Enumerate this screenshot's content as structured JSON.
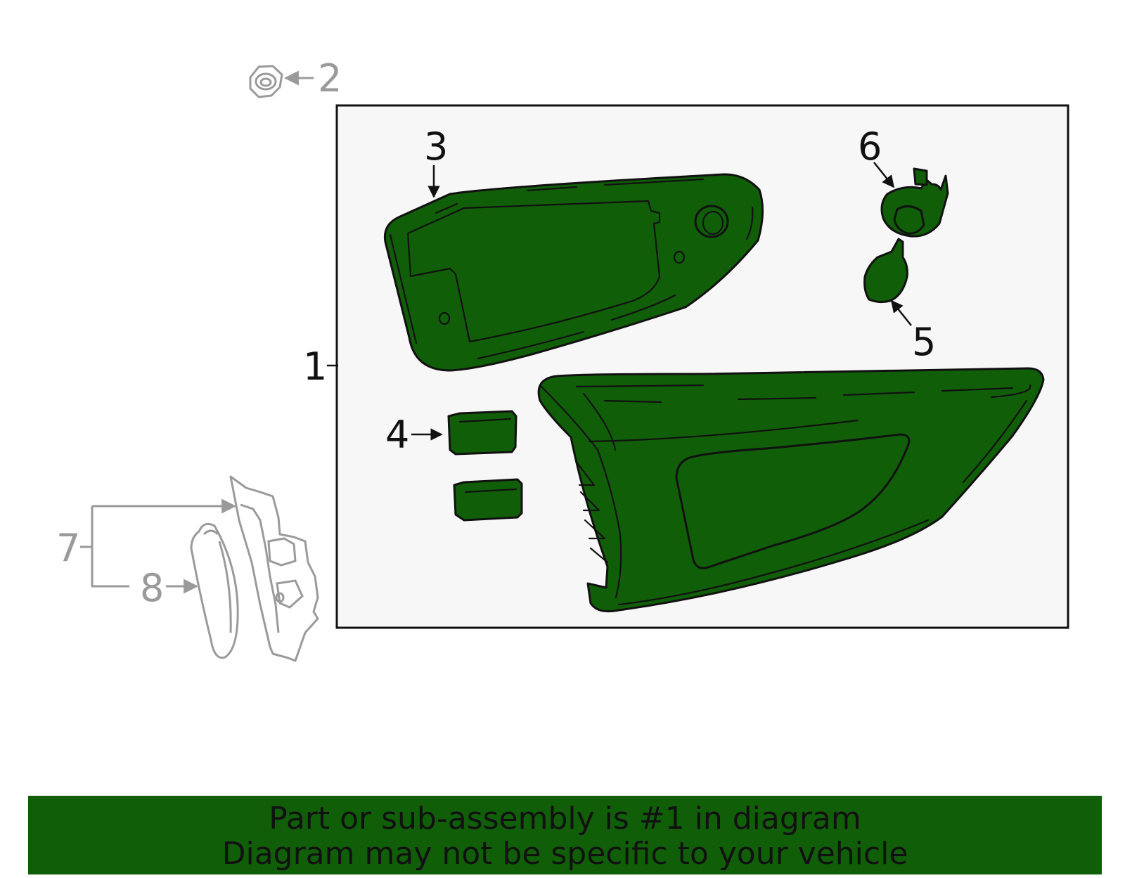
{
  "callouts": {
    "c1": "1",
    "c2": "2",
    "c3": "3",
    "c4": "4",
    "c5": "5",
    "c6": "6",
    "c7": "7",
    "c8": "8"
  },
  "banner": {
    "line1": "Part or sub-assembly is #1 in diagram",
    "line2": "Diagram may not be specific to your vehicle"
  },
  "colors": {
    "highlight": "#115e08",
    "outline": "#111111",
    "excluded": "#9a9a9a",
    "box_fill": "#f7f7f7"
  }
}
